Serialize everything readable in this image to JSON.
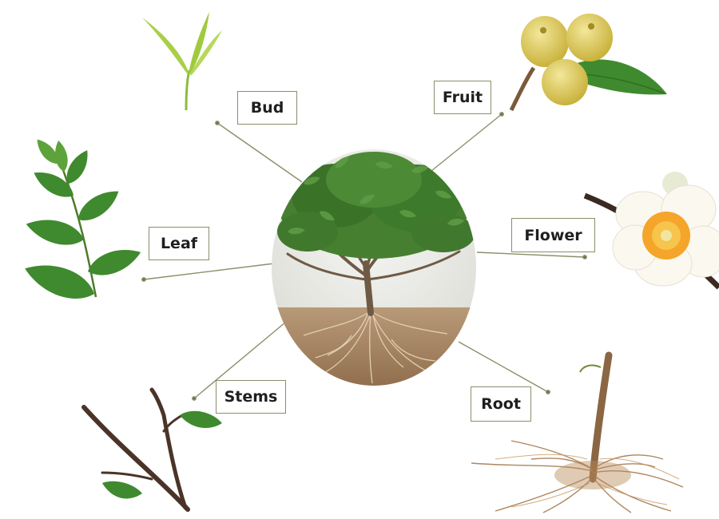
{
  "diagram": {
    "center": "tea-plant",
    "parts": [
      {
        "id": "bud",
        "label": "Bud",
        "icon": "tea-bud-icon"
      },
      {
        "id": "fruit",
        "label": "Fruit",
        "icon": "tea-fruit-icon"
      },
      {
        "id": "leaf",
        "label": "Leaf",
        "icon": "tea-leaf-icon"
      },
      {
        "id": "flower",
        "label": "Flower",
        "icon": "tea-flower-icon"
      },
      {
        "id": "stems",
        "label": "Stems",
        "icon": "tea-stem-icon"
      },
      {
        "id": "root",
        "label": "Root",
        "icon": "tea-root-icon"
      }
    ]
  },
  "colors": {
    "connector": "#8a8f6a",
    "label_border": "#8a8f6a",
    "leaf_green": "#3f8a2e",
    "fruit_yellow": "#e0cf58",
    "flower_petal": "#fbf8f0",
    "flower_center": "#f4a52a",
    "root_brown": "#a57a4d"
  }
}
